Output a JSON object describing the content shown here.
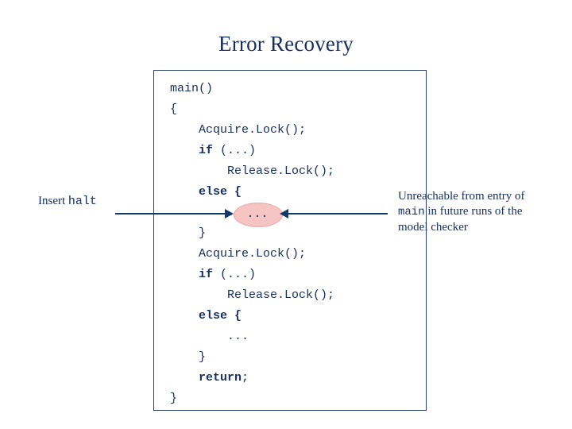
{
  "slide": {
    "title": "Error Recovery",
    "code_lines": [
      {
        "indent": 0,
        "segments": [
          {
            "text": "main()",
            "bold": false
          }
        ]
      },
      {
        "indent": 0,
        "segments": [
          {
            "text": "{",
            "bold": false
          }
        ]
      },
      {
        "indent": 1,
        "segments": [
          {
            "text": "Acquire.Lock();",
            "bold": false
          }
        ]
      },
      {
        "indent": 1,
        "segments": [
          {
            "text": "if",
            "bold": true
          },
          {
            "text": " (...)",
            "bold": false
          }
        ]
      },
      {
        "indent": 2,
        "segments": [
          {
            "text": "Release.Lock();",
            "bold": false
          }
        ]
      },
      {
        "indent": 1,
        "segments": [
          {
            "text": "else {",
            "bold": true
          }
        ]
      },
      {
        "indent": 2,
        "segments": [
          {
            "text": "...",
            "bold": false
          }
        ]
      },
      {
        "indent": 1,
        "segments": [
          {
            "text": "}",
            "bold": false
          }
        ]
      },
      {
        "indent": 1,
        "segments": [
          {
            "text": "Acquire.Lock();",
            "bold": false
          }
        ]
      },
      {
        "indent": 1,
        "segments": [
          {
            "text": "if",
            "bold": true
          },
          {
            "text": " (...)",
            "bold": false
          }
        ]
      },
      {
        "indent": 2,
        "segments": [
          {
            "text": "Release.Lock();",
            "bold": false
          }
        ]
      },
      {
        "indent": 1,
        "segments": [
          {
            "text": "else {",
            "bold": true
          }
        ]
      },
      {
        "indent": 2,
        "segments": [
          {
            "text": "...",
            "bold": false
          }
        ]
      },
      {
        "indent": 1,
        "segments": [
          {
            "text": "}",
            "bold": false
          }
        ]
      },
      {
        "indent": 1,
        "segments": [
          {
            "text": "return",
            "bold": true
          },
          {
            "text": ";",
            "bold": false
          }
        ]
      },
      {
        "indent": 0,
        "segments": [
          {
            "text": "}",
            "bold": false
          }
        ]
      }
    ],
    "highlighted_code_token": "...",
    "left_label": {
      "prefix": "Insert ",
      "mono": "halt"
    },
    "annotation": {
      "line1_pre": "Unreachable from entry of",
      "line2_mono": "main",
      "line2_post": " in future runs of the",
      "line3": "model checker"
    },
    "colors": {
      "text": "#183060",
      "arrow": "#123a6b",
      "highlight_fill": "#f7c4c4",
      "box_border": "#2a3f6e"
    }
  }
}
